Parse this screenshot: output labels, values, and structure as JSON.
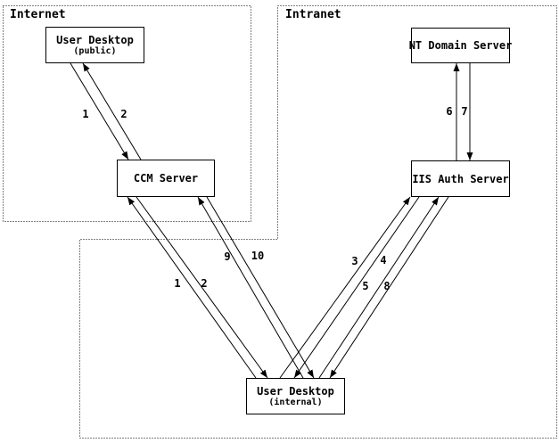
{
  "diagram": {
    "regions": [
      {
        "id": "internet",
        "name": "Internet"
      },
      {
        "id": "intranet",
        "name": "Intranet"
      }
    ],
    "nodes": [
      {
        "id": "user-desktop-public",
        "title": "User Desktop",
        "subtitle": "(public)"
      },
      {
        "id": "ccm-server",
        "title": "CCM Server"
      },
      {
        "id": "nt-domain-server",
        "title": "NT Domain Server"
      },
      {
        "id": "iis-auth-server",
        "title": "IIS Auth Server"
      },
      {
        "id": "user-desktop-internal",
        "title": "User Desktop",
        "subtitle": "(internal)"
      }
    ],
    "edges": [
      {
        "label": "1",
        "from": "user-desktop-public",
        "to": "ccm-server"
      },
      {
        "label": "2",
        "from": "ccm-server",
        "to": "user-desktop-public"
      },
      {
        "label": "1",
        "from": "user-desktop-internal",
        "to": "ccm-server"
      },
      {
        "label": "2",
        "from": "ccm-server",
        "to": "user-desktop-internal"
      },
      {
        "label": "9",
        "from": "user-desktop-internal",
        "to": "ccm-server"
      },
      {
        "label": "10",
        "from": "ccm-server",
        "to": "user-desktop-internal"
      },
      {
        "label": "3",
        "from": "user-desktop-internal",
        "to": "iis-auth-server"
      },
      {
        "label": "4",
        "from": "iis-auth-server",
        "to": "user-desktop-internal"
      },
      {
        "label": "5",
        "from": "user-desktop-internal",
        "to": "iis-auth-server"
      },
      {
        "label": "8",
        "from": "iis-auth-server",
        "to": "user-desktop-internal"
      },
      {
        "label": "6",
        "from": "iis-auth-server",
        "to": "nt-domain-server"
      },
      {
        "label": "7",
        "from": "nt-domain-server",
        "to": "iis-auth-server"
      }
    ],
    "colors": {
      "line": "#000000",
      "background": "#ffffff"
    }
  }
}
